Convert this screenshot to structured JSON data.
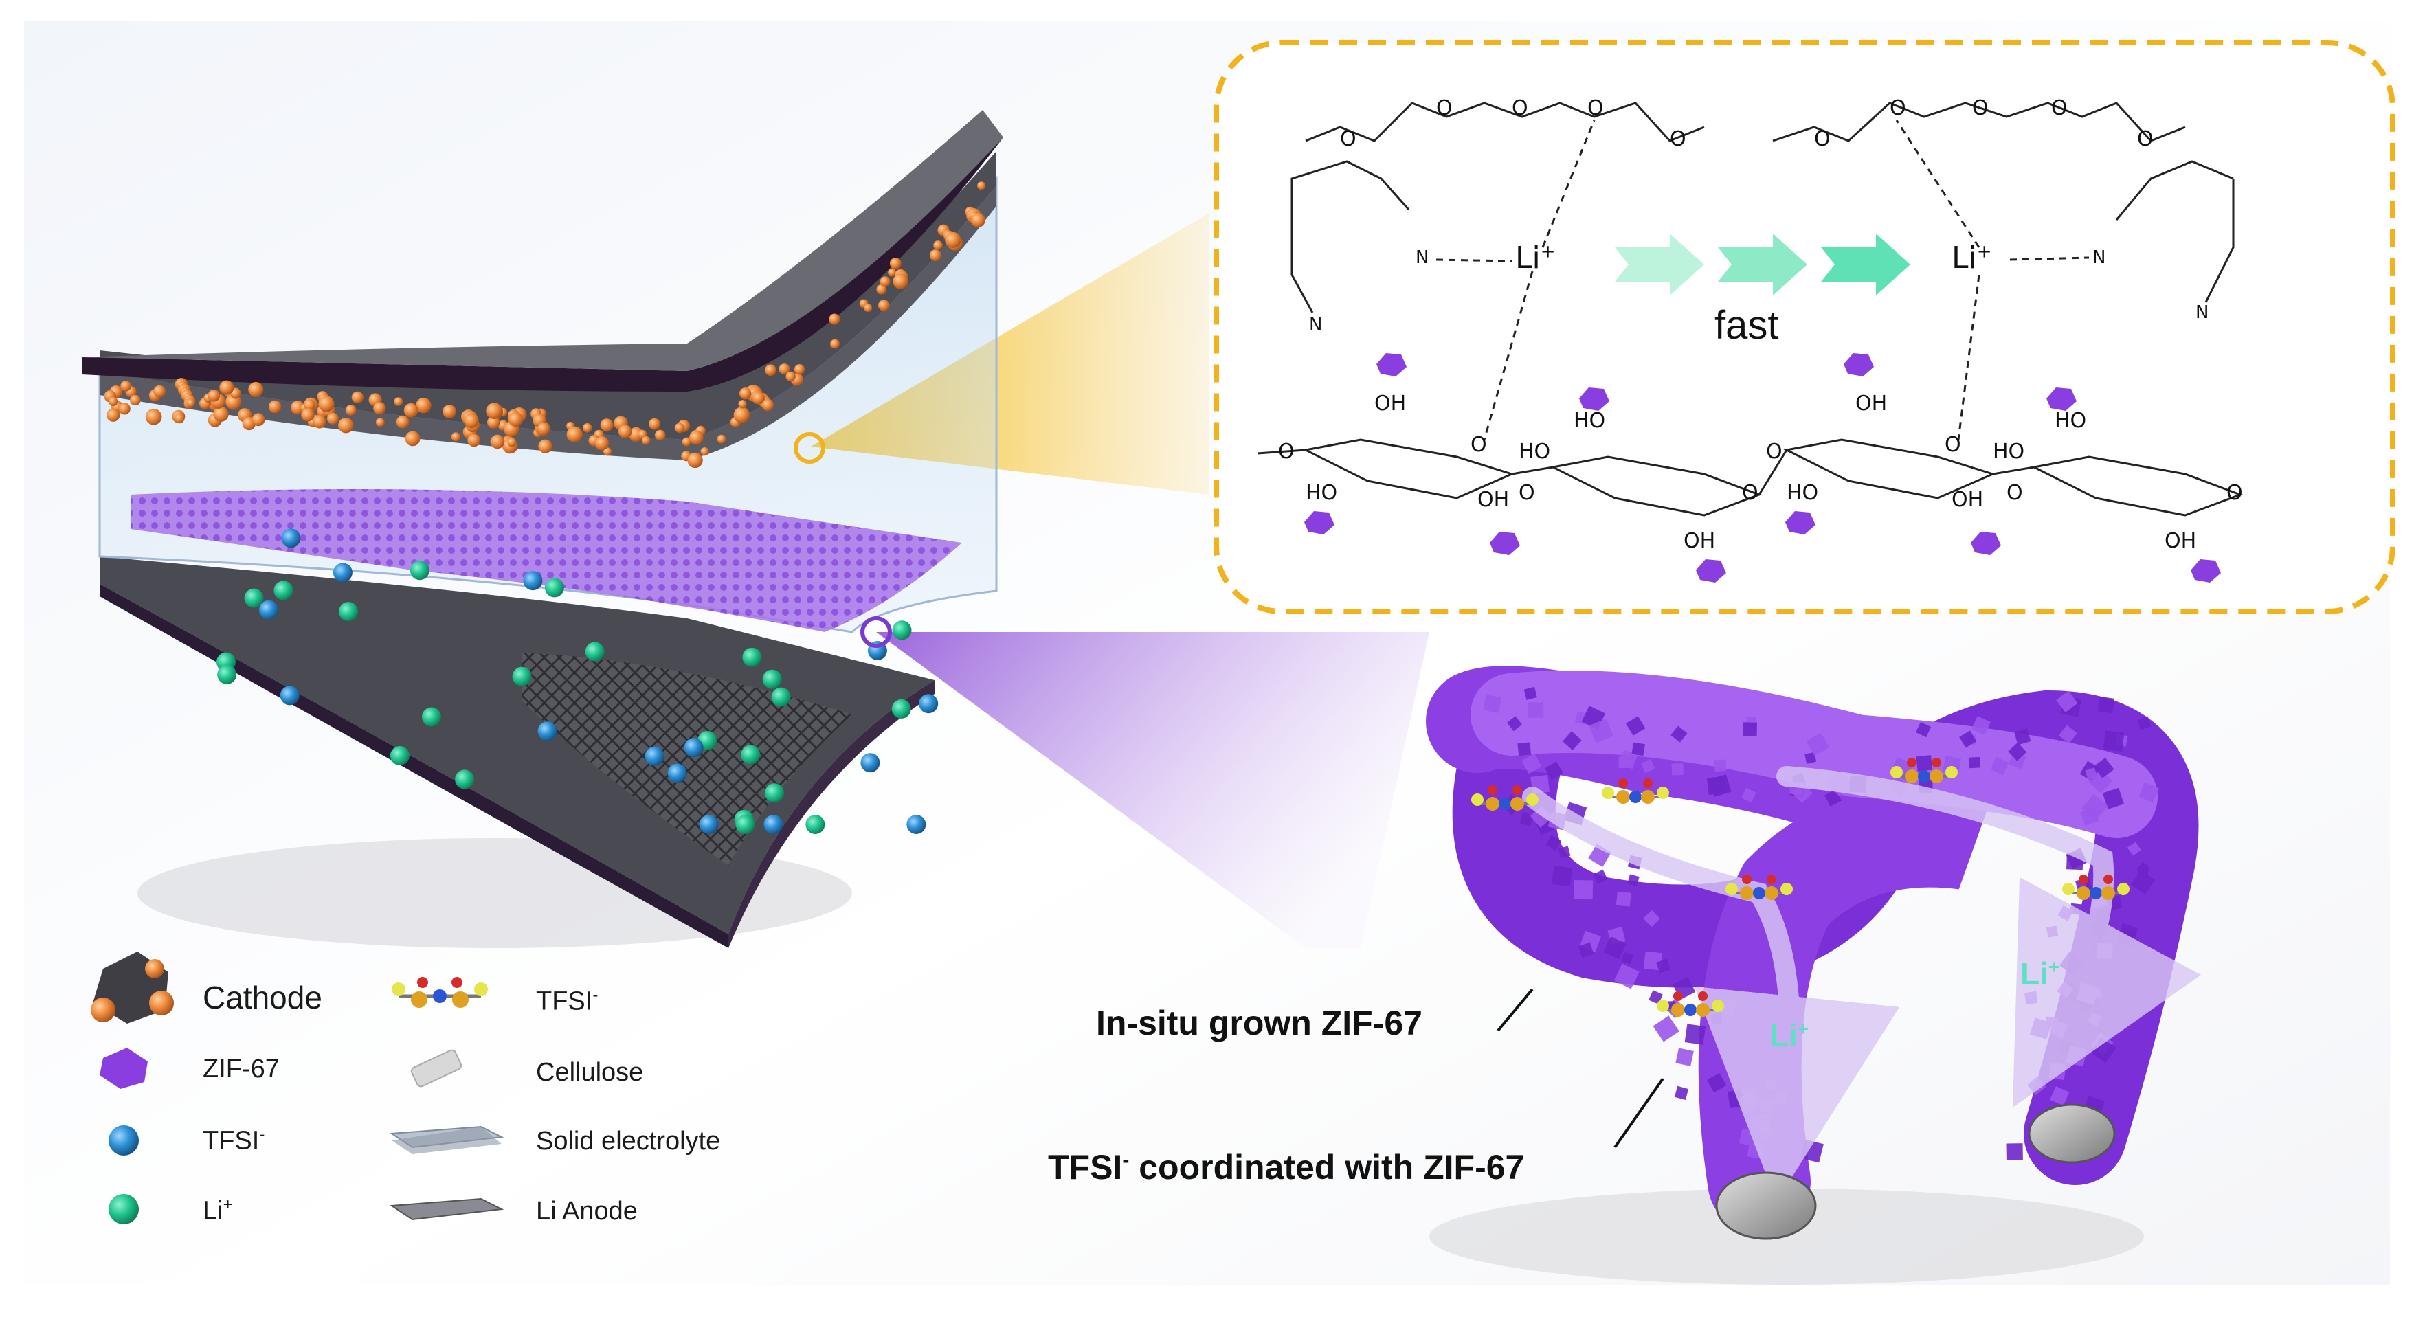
{
  "legend": {
    "cathode": "Cathode",
    "zif67": "ZIF-67",
    "tfsi_ion": "TFSI",
    "li_ion": "Li",
    "tfsi_mol": "TFSI",
    "cellulose": "Cellulose",
    "solid_electrolyte": "Solid electrolyte",
    "li_anode": "Li Anode",
    "minus": "-",
    "plus": "+"
  },
  "callouts": {
    "insitu": "In-situ grown ZIF-67",
    "tfsi_prefix": "TFSI",
    "tfsi_suffix": " coordinated with ZIF-67"
  },
  "scheme": {
    "li": "Li",
    "plus": "+",
    "n": "N",
    "o": "O",
    "oh": "OH",
    "ho": "HO",
    "fast": "fast"
  },
  "fiber_li": "Li",
  "colors": {
    "accent_orange": "#f2b21c",
    "zif_purple": "#8a3ee0",
    "li_green": "#1fc48e",
    "tfsi_blue": "#2b8fd6",
    "arrow_teal": "#5fe0b5"
  }
}
